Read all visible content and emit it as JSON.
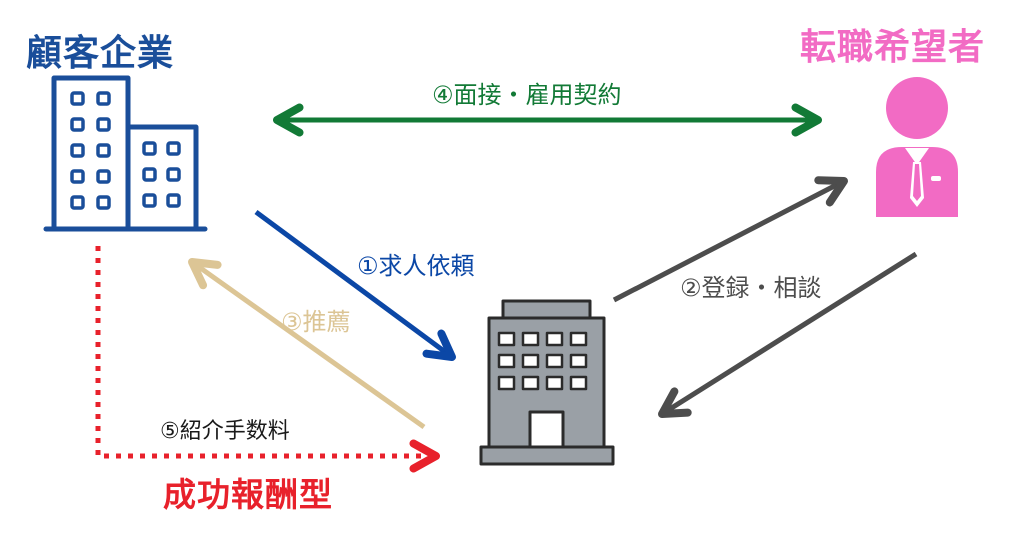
{
  "client": {
    "title": "顧客企業",
    "color": "#1a4e9a",
    "icon": "office-buildings-icon"
  },
  "candidate": {
    "title": "転職希望者",
    "color": "#f26bc4",
    "icon": "businessperson-icon"
  },
  "agency": {
    "icon": "agency-building-icon",
    "color": "#9aa0a6"
  },
  "model": {
    "title": "成功報酬型",
    "color": "#e8212b"
  },
  "flows": [
    {
      "id": "request",
      "label": "①求人依頼",
      "color": "#0b47a6"
    },
    {
      "id": "register",
      "label": "②登録・相談",
      "color": "#4d4d4d"
    },
    {
      "id": "recommend",
      "label": "③推薦",
      "color": "#dcc595"
    },
    {
      "id": "interview",
      "label": "④面接・雇用契約",
      "color": "#127a36"
    },
    {
      "id": "fee",
      "label": "⑤紹介手数料",
      "color": "#e8212b"
    }
  ]
}
